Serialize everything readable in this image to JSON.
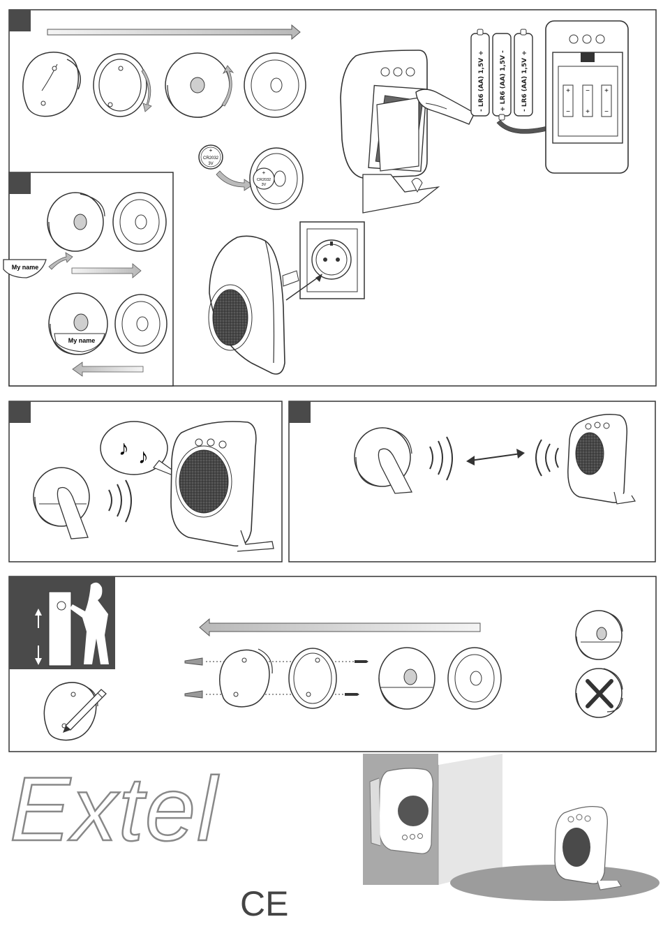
{
  "panels": [
    {
      "id": "installation",
      "step_tab": ""
    },
    {
      "id": "name-label",
      "step_tab": ""
    },
    {
      "id": "ring-test",
      "step_tab": ""
    },
    {
      "id": "pairing",
      "step_tab": ""
    },
    {
      "id": "wall-mounting",
      "step_tab": ""
    }
  ],
  "batteries": {
    "receiver_cells": [
      "- LR6 (AA) 1,5V +",
      "+ LR6 (AA) 1,5V -",
      "- LR6 (AA) 1,5V +"
    ],
    "coin_cell": {
      "model": "CR2032",
      "voltage": "3V",
      "polarity": "+"
    }
  },
  "name_label": {
    "text": "My name"
  },
  "brand": {
    "logo_text": "Extel",
    "mark": "CE"
  },
  "colors": {
    "dark_tab": "#4a4a4a",
    "outline": "#333333",
    "grey_fill": "#d8d8d8",
    "wall": "#a9a9a9",
    "floor": "#9c9c9c"
  },
  "icons": [
    "arrow-right-icon",
    "arrow-left-icon",
    "rotate-arrow-icon",
    "music-notes-icon",
    "sound-waves-icon",
    "double-arrow-icon",
    "forbidden-cross-icon",
    "screw-icon",
    "wall-plug-icon",
    "pencil-icon",
    "person-icon"
  ]
}
